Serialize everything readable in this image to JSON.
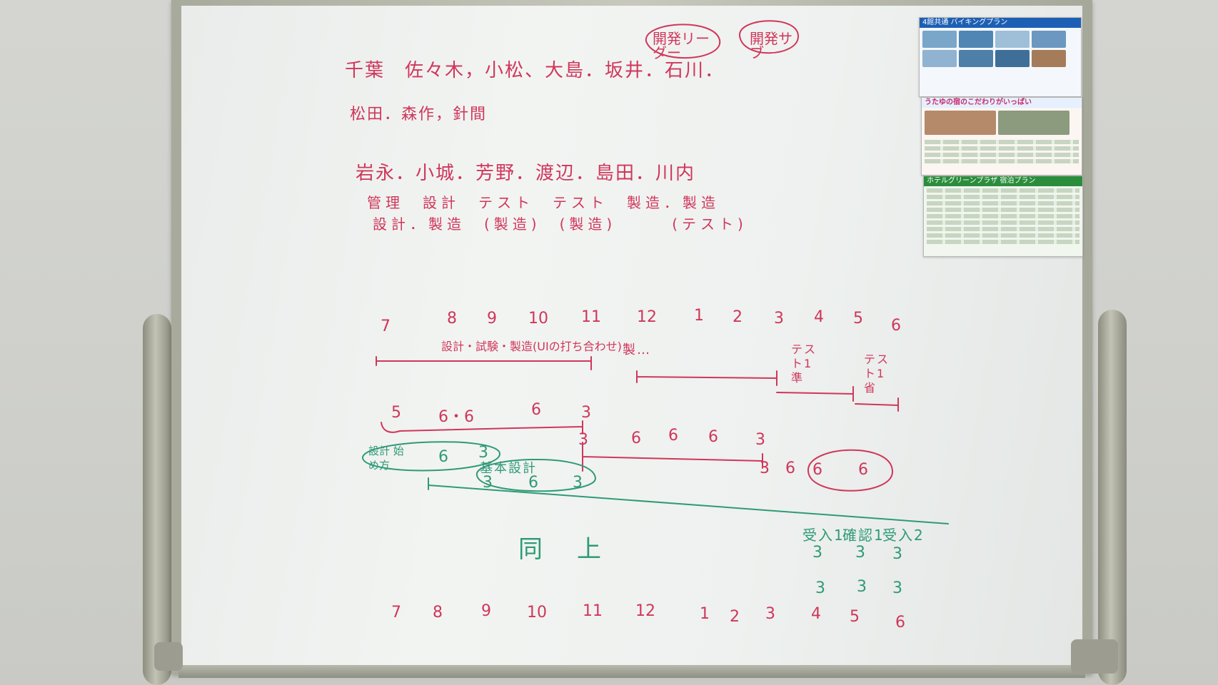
{
  "board": {
    "names_row1": "千葉　佐々木，小松、大島．坂井．石川．",
    "names_row2": "松田．森作，針間",
    "names_row3": "岩永．小城．芳野．渡辺．島田．川内",
    "roles_row1": "管理　設計　テスト　テスト　製造．製造",
    "roles_row2": "設計．製造　(製造)　(製造)　　　(テスト)",
    "circle_left": "開発リーダー",
    "circle_right": "開発サブ",
    "months_top": [
      "7",
      "8",
      "9",
      "10",
      "11",
      "12",
      "1",
      "2",
      "3",
      "4",
      "5",
      "6"
    ],
    "phase_design": "設計・試験・製造(UIの打ち合わせ)",
    "phase_mfg": "製…",
    "phase_test1": "テスト1 準",
    "phase_test2": "テスト1 省",
    "counts_row1": [
      "5",
      "6・6",
      "6",
      "3"
    ],
    "counts_row2": [
      "3",
      "6",
      "6",
      "6",
      "3"
    ],
    "counts_row3": [
      "3",
      "6"
    ],
    "circled_counts": [
      "6",
      "6"
    ],
    "green_block1": "設計 始め方",
    "green_block1_nums": [
      "6",
      "3"
    ],
    "green_block2": "基本設計",
    "green_block2_nums": [
      "3",
      "6",
      "3"
    ],
    "same_as_above": "同上",
    "accept_headers": [
      "受入1",
      "確認1",
      "受入2"
    ],
    "accept_row1": [
      "3",
      "3",
      "3"
    ],
    "accept_row2": [
      "3",
      "3",
      "3"
    ],
    "months_bottom": [
      "7",
      "8",
      "9",
      "10",
      "11",
      "12",
      "1",
      "2",
      "3",
      "4",
      "5",
      "6"
    ]
  },
  "posters": {
    "p1_banner": "4館共通 バイキングプラン",
    "p2_banner": "うたゆの宿のこだわりがいっぱい",
    "p3_banner": "ホテルグリーンプラザ 宿泊プラン"
  },
  "colors": {
    "red_marker": "#d0365a",
    "green_marker": "#2f9a78",
    "board": "#eef1ef"
  }
}
